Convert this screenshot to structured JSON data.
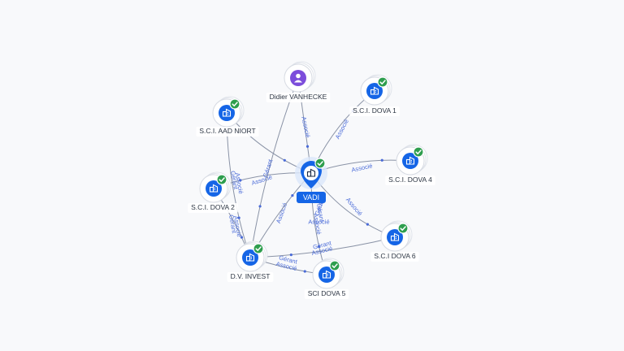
{
  "center": {
    "label": "VADI",
    "type": "company",
    "verified": true
  },
  "nodes": [
    {
      "id": "didier",
      "label": "Didier VANHECKE",
      "type": "person",
      "verified": false
    },
    {
      "id": "aad",
      "label": "S.C.I. AAD NIORT",
      "type": "company",
      "verified": true
    },
    {
      "id": "dova1",
      "label": "S.C.I. DOVA 1",
      "type": "company",
      "verified": true
    },
    {
      "id": "dova4",
      "label": "S.C.I. DOVA 4",
      "type": "company",
      "verified": true
    },
    {
      "id": "dova2",
      "label": "S.C.I. DOVA 2",
      "type": "company",
      "verified": true
    },
    {
      "id": "dova6",
      "label": "S.C.I DOVA 6",
      "type": "company",
      "verified": true
    },
    {
      "id": "dvinvest",
      "label": "D.V. INVEST",
      "type": "company",
      "verified": true
    },
    {
      "id": "dova5",
      "label": "SCI DOVA 5",
      "type": "company",
      "verified": true
    }
  ],
  "edges": [
    {
      "from": "didier",
      "to": "vadi",
      "labels": [
        "Associé"
      ]
    },
    {
      "from": "aad",
      "to": "vadi",
      "labels": [
        "Associé"
      ]
    },
    {
      "from": "vadi",
      "to": "dova1",
      "labels": [
        "Associé"
      ]
    },
    {
      "from": "vadi",
      "to": "dova4",
      "labels": [
        "Associé"
      ]
    },
    {
      "from": "vadi",
      "to": "dova2",
      "labels": [
        "Associé"
      ]
    },
    {
      "from": "vadi",
      "to": "dova6",
      "labels": [
        "Associé"
      ]
    },
    {
      "from": "dvinvest",
      "to": "vadi",
      "labels": [
        "Gérant",
        "Associé"
      ]
    },
    {
      "from": "vadi",
      "to": "dova5",
      "labels": [
        "Gérant",
        "Associé"
      ]
    },
    {
      "from": "didier",
      "to": "dvinvest",
      "labels": [
        "Gérant"
      ]
    },
    {
      "from": "aad",
      "to": "dvinvest",
      "labels": [
        "Gérant",
        "Associé"
      ]
    },
    {
      "from": "dova2",
      "to": "dvinvest",
      "labels": [
        "Gérant",
        "Associé"
      ]
    },
    {
      "from": "dova6",
      "to": "dvinvest",
      "labels": [
        "Gérant",
        "Associé"
      ]
    },
    {
      "from": "dvinvest",
      "to": "dova5",
      "labels": [
        "Gérant",
        "Associé"
      ]
    }
  ],
  "colors": {
    "accent": "#1565e6",
    "edge": "#8a93a6",
    "edge_label": "#4a6bd8",
    "verified": "#2e9e4e",
    "person": "#7c4ddb"
  }
}
